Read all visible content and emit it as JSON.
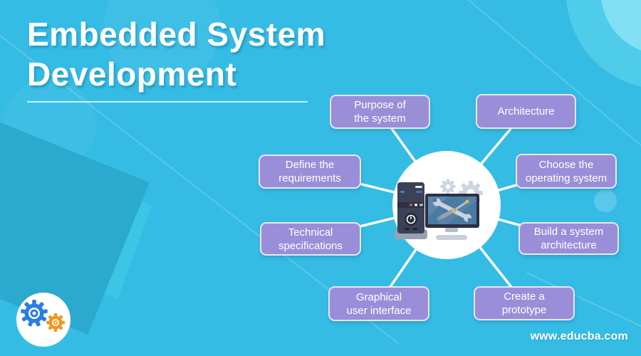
{
  "title": {
    "line1": "Embedded System",
    "line2": "Development"
  },
  "diagram": {
    "center_icon": "computer-with-tools-illustration",
    "nodes": [
      {
        "label": "Purpose of\nthe system"
      },
      {
        "label": "Architecture"
      },
      {
        "label": "Define the\nrequirements"
      },
      {
        "label": "Choose the\noperating system"
      },
      {
        "label": "Technical\nspecifications"
      },
      {
        "label": "Build a system\narchitecture"
      },
      {
        "label": "Graphical\nuser interface"
      },
      {
        "label": "Create a\nprototype"
      }
    ]
  },
  "footer": {
    "website": "www.educba.com",
    "logo": "educba-gears-logo"
  },
  "colors": {
    "background": "#35bce4",
    "background_dark_shape": "#2ba9ce",
    "background_light_shape": "#3cc6e6",
    "corner_circle_outer": "#4fccea",
    "corner_circle_inner": "#82dff4",
    "node_fill": "#9b8ed8",
    "node_border": "#e6e1f5",
    "node_text": "#ffffff",
    "connector": "#ffffff",
    "center_circle": "#ffffff",
    "title_text": "#ffffff",
    "logo_gear_blue": "#2b7de4",
    "logo_gear_orange": "#f0971f",
    "monitor_screen": "#4b7aa3",
    "tower_body": "#3b4156",
    "illustration_gears": "#cdd4e2"
  }
}
